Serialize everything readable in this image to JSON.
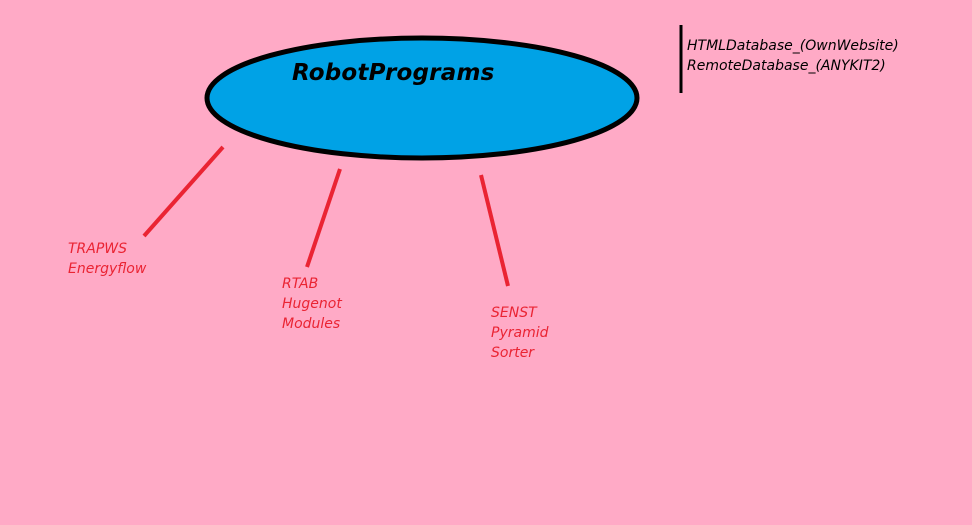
{
  "diagram": {
    "center_node": {
      "label": "RobotPrograms"
    },
    "side_note": {
      "lines": [
        "HTMLDatabase_(OwnWebsite)",
        "RemoteDatabase_(ANYKIT2)"
      ]
    },
    "branches": [
      {
        "lines": [
          "TRAPWS",
          "Energyflow"
        ]
      },
      {
        "lines": [
          "RTAB",
          "Hugenot",
          "Modules"
        ]
      },
      {
        "lines": [
          "SENST",
          "Pyramid",
          "Sorter"
        ]
      }
    ]
  },
  "colors": {
    "background": "#ffaac6",
    "node_fill": "#00a2e6",
    "node_stroke": "#000000",
    "branch_line": "#ea2433",
    "branch_text": "#ea2433",
    "note_bar": "#000000",
    "text": "#000000"
  }
}
